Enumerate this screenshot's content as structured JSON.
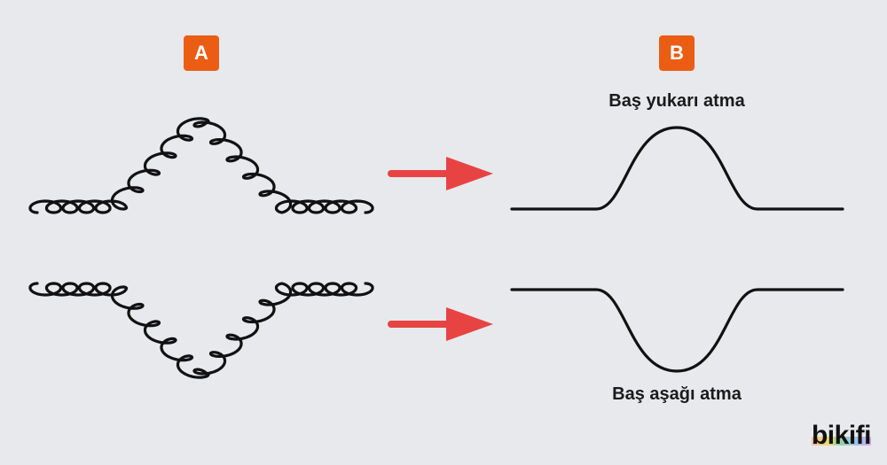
{
  "panels": {
    "a": {
      "label": "A"
    },
    "b": {
      "label": "B"
    }
  },
  "captions": {
    "up": "Baş yukarı atma",
    "down": "Baş aşağı atma"
  },
  "colors": {
    "badge": "#ec5d14",
    "arrow": "#e84343",
    "line": "#111111",
    "background": "#e8e9ec"
  },
  "icons": {
    "arrow": "right-arrow-icon"
  },
  "brand": {
    "logo": "bikifi"
  }
}
